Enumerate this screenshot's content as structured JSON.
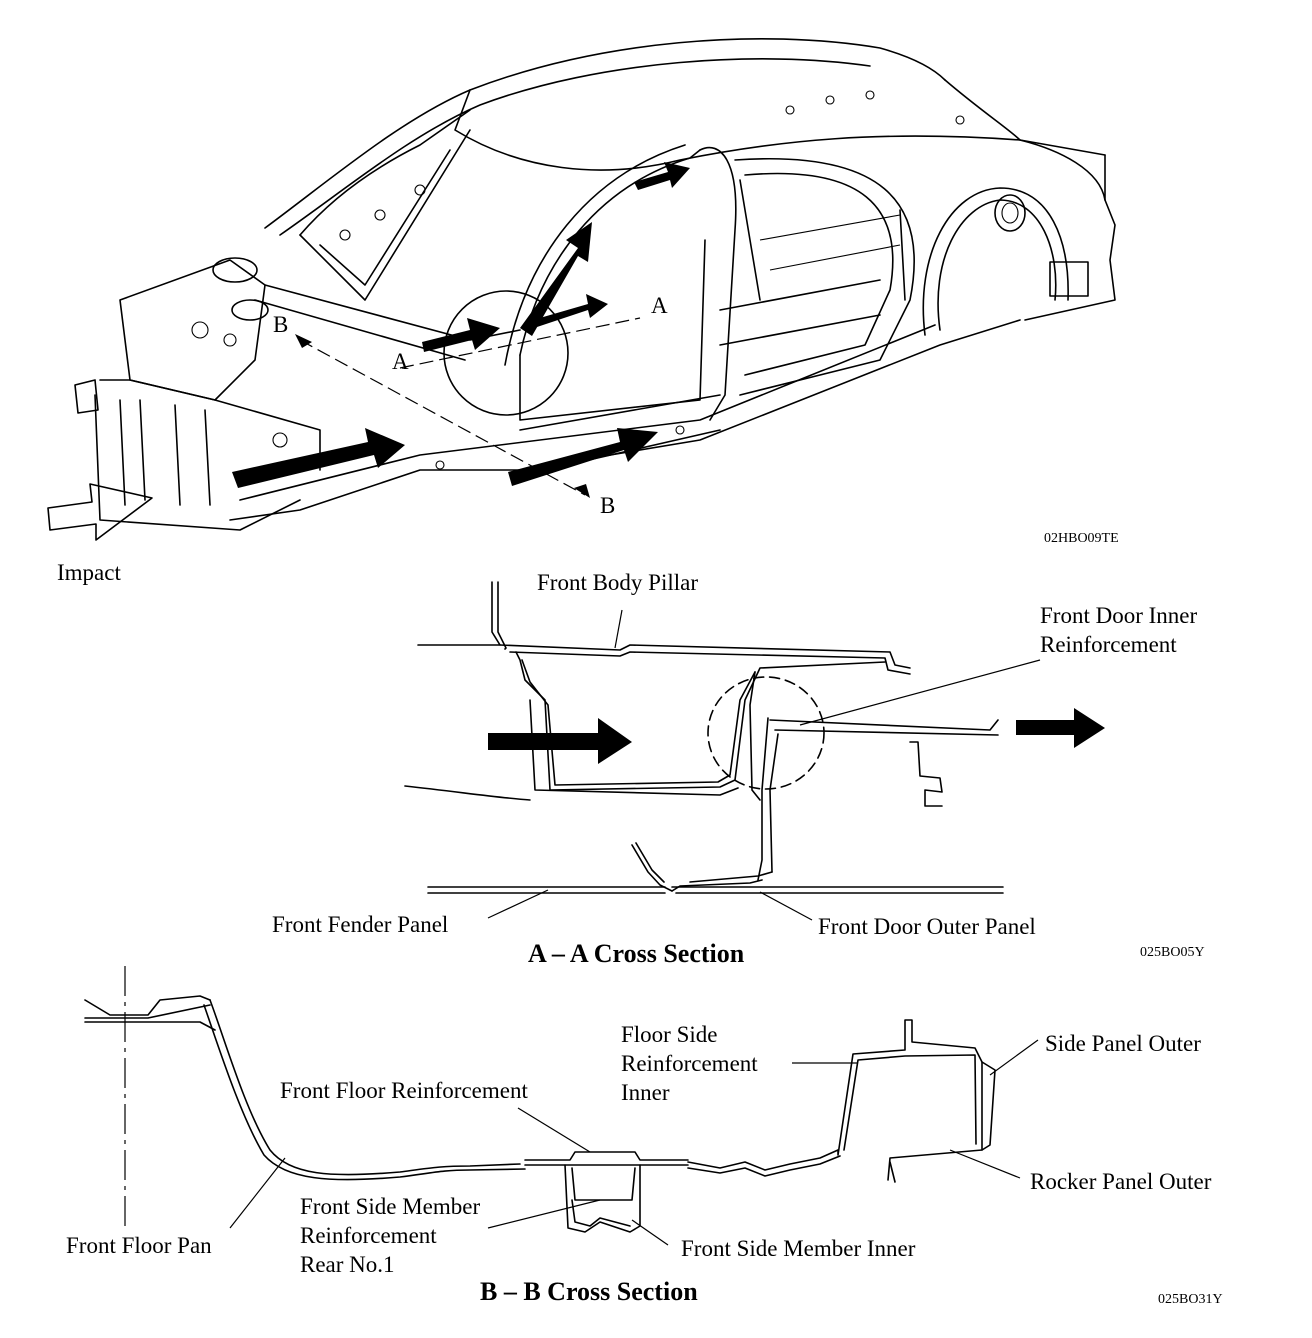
{
  "figure": {
    "impact_label": "Impact",
    "section_marker_a": "A",
    "section_marker_b": "B",
    "code_top": "02HBO09TE"
  },
  "section_aa": {
    "title": "A – A Cross Section",
    "code": "025BO05Y",
    "labels": {
      "front_body_pillar": "Front Body Pillar",
      "front_door_inner_line1": "Front Door Inner",
      "front_door_inner_line2": "Reinforcement",
      "front_fender_panel": "Front Fender Panel",
      "front_door_outer_panel": "Front Door Outer Panel"
    }
  },
  "section_bb": {
    "title": "B – B Cross Section",
    "code": "025BO31Y",
    "labels": {
      "floor_side_line1": "Floor Side",
      "floor_side_line2": "Reinforcement",
      "floor_side_line3": "Inner",
      "side_panel_outer": "Side Panel Outer",
      "front_floor_reinforcement": "Front Floor Reinforcement",
      "rocker_panel_outer": "Rocker Panel Outer",
      "front_side_member_line1": "Front Side Member",
      "front_side_member_line2": "Reinforcement",
      "front_side_member_line3": "Rear No.1",
      "front_floor_pan": "Front Floor Pan",
      "front_side_member_inner": "Front Side Member Inner"
    }
  },
  "colors": {
    "ink": "#000000",
    "paper": "#ffffff"
  }
}
